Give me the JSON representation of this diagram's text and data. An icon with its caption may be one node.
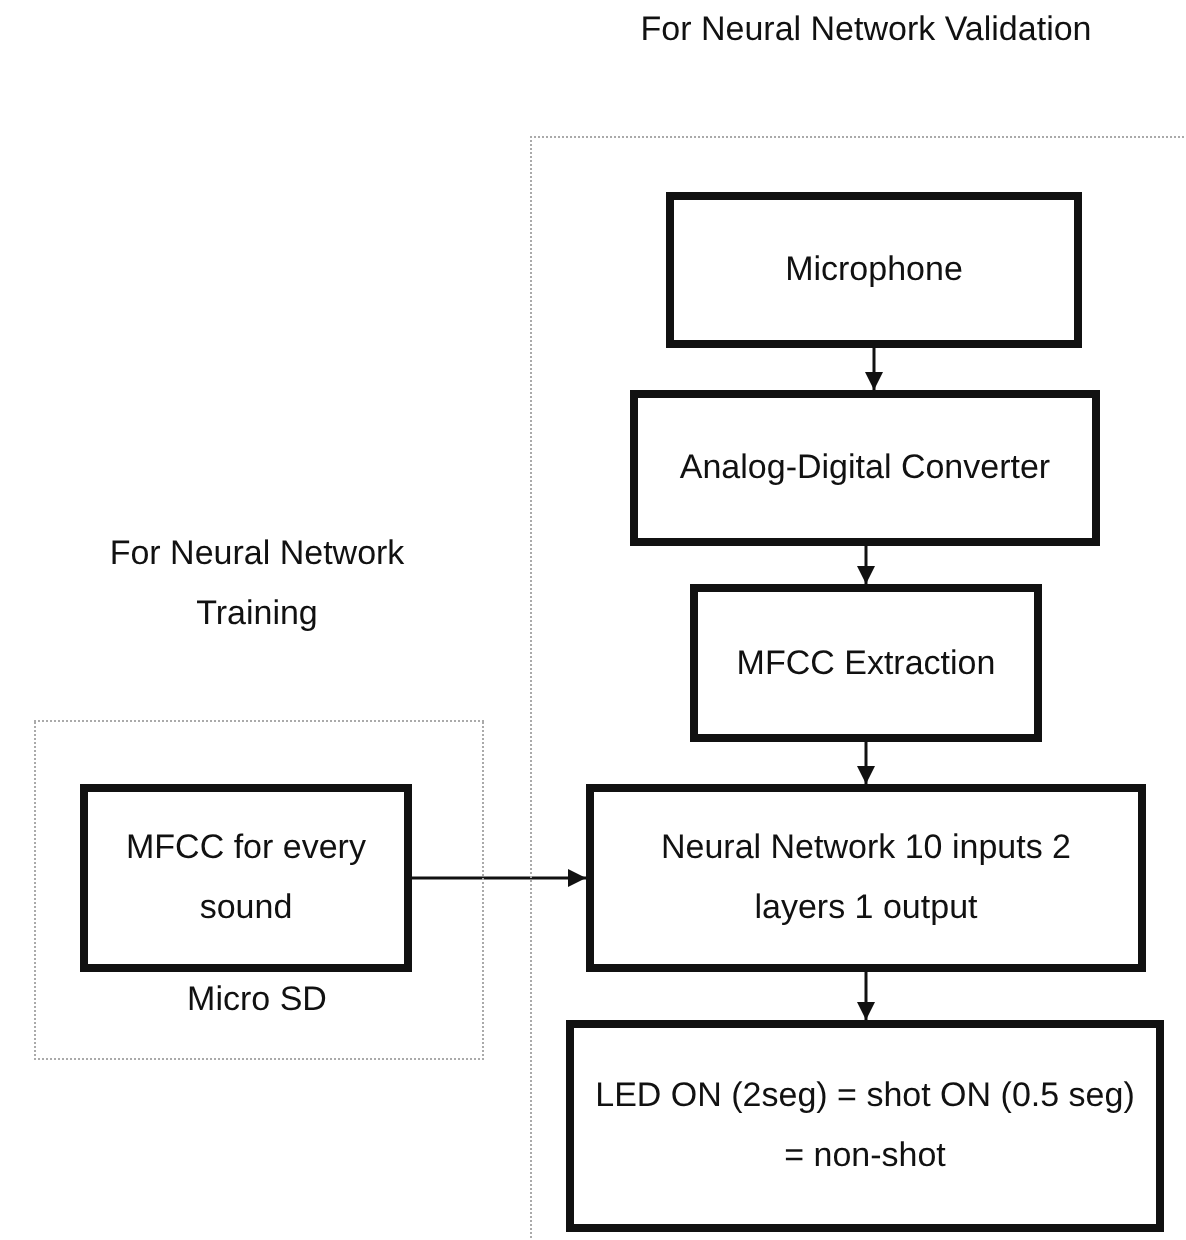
{
  "diagram": {
    "nodes": [
      {
        "text": [
          "For Neural Network Validation"
        ]
      },
      {
        "text": [
          "Microphone"
        ],
        "in": 0
      },
      {
        "text": [
          "Analog-Digital Converter"
        ],
        "in": 0
      },
      {
        "text": [
          "MFCC Extraction"
        ],
        "in": 0
      },
      {
        "text": [
          "Neural Network 10 inputs 2 layers 1 output"
        ],
        "in": 0
      },
      {
        "text": [
          "LED ON (2seg) = shot ON (0.5 seg) = non-shot"
        ],
        "in": 0
      },
      {
        "text": [
          "For Neural Network Training",
          "Micro SD"
        ]
      },
      {
        "text": [
          "MFCC for every sound"
        ],
        "in": 6
      }
    ],
    "edges": [
      {
        "from": 1,
        "to": 2,
        "arrow": "to"
      },
      {
        "from": 2,
        "to": 3,
        "arrow": "to"
      },
      {
        "from": 3,
        "to": 4,
        "arrow": "to"
      },
      {
        "from": 4,
        "to": 5,
        "arrow": "to"
      },
      {
        "from": 7,
        "to": 4,
        "arrow": "to"
      }
    ]
  }
}
